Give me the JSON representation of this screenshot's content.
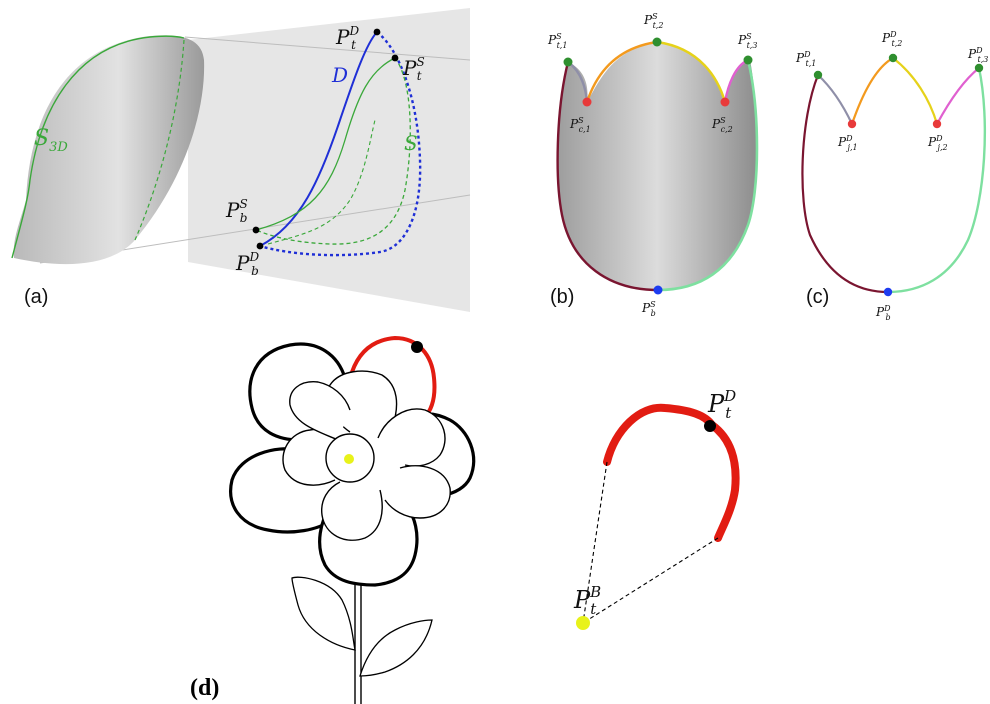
{
  "figure": {
    "panel_a": {
      "caption": "(a)",
      "surface_label": "S",
      "surface_label_sub": "3D",
      "label_D": "D",
      "label_S": "S",
      "points": [
        {
          "base": "P",
          "sup": "D",
          "sub": "t"
        },
        {
          "base": "P",
          "sup": "S",
          "sub": "t"
        },
        {
          "base": "P",
          "sup": "S",
          "sub": "b"
        },
        {
          "base": "P",
          "sup": "D",
          "sub": "b"
        }
      ]
    },
    "panel_b": {
      "caption": "(b)",
      "points": [
        {
          "base": "P",
          "sup": "S",
          "sub": "t,1"
        },
        {
          "base": "P",
          "sup": "S",
          "sub": "t,2"
        },
        {
          "base": "P",
          "sup": "S",
          "sub": "t,3"
        },
        {
          "base": "P",
          "sup": "S",
          "sub": "c,1"
        },
        {
          "base": "P",
          "sup": "S",
          "sub": "c,2"
        },
        {
          "base": "P",
          "sup": "S",
          "sub": "b"
        }
      ]
    },
    "panel_c": {
      "caption": "(c)",
      "points": [
        {
          "base": "P",
          "sup": "D",
          "sub": "t,1"
        },
        {
          "base": "P",
          "sup": "D",
          "sub": "t,2"
        },
        {
          "base": "P",
          "sup": "D",
          "sub": "t,3"
        },
        {
          "base": "P",
          "sup": "D",
          "sub": "j,1"
        },
        {
          "base": "P",
          "sup": "D",
          "sub": "j,2"
        },
        {
          "base": "P",
          "sup": "D",
          "sub": "b"
        }
      ]
    },
    "panel_d": {
      "caption": "(d)",
      "points": [
        {
          "base": "P",
          "sup": "D",
          "sub": "t"
        },
        {
          "base": "P",
          "sup": "B",
          "sub": "t"
        }
      ]
    },
    "colors": {
      "green_stroke": "#3aa83a",
      "blue_stroke": "#1f2fd6",
      "red_stroke": "#e21c12",
      "crimson": "#7a1530",
      "orange": "#f39a1e",
      "yellow": "#e6d21a",
      "magenta": "#e060d0",
      "light_green": "#7ee0a0",
      "gray_plane": "#e3e3e3",
      "yellow_point": "#e8f21a"
    }
  }
}
